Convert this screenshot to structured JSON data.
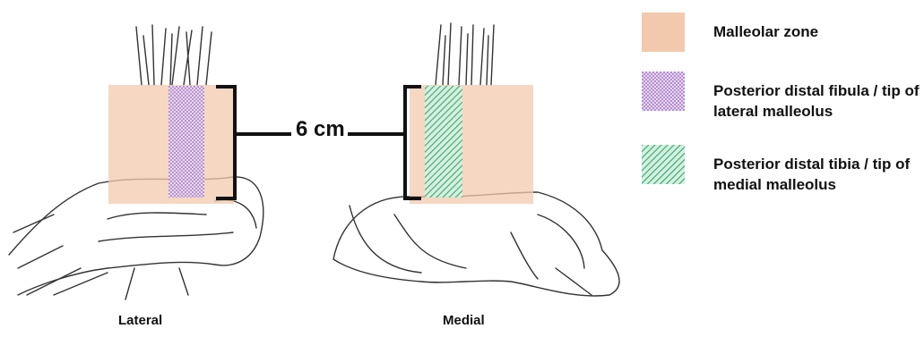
{
  "measurement_label": "6 cm",
  "views": {
    "lateral": "Lateral",
    "medial": "Medial"
  },
  "legend": [
    {
      "label": "Malleolar zone",
      "color": "#f2c9ad",
      "pattern": "solid"
    },
    {
      "label": "Posterior distal fibula / tip of lateral malleolus",
      "color": "#9b6fc4",
      "pattern": "dotted"
    },
    {
      "label": "Posterior distal tibia / tip of medial malleolus",
      "color": "#2fa86a",
      "pattern": "diagonal-hatch"
    }
  ]
}
